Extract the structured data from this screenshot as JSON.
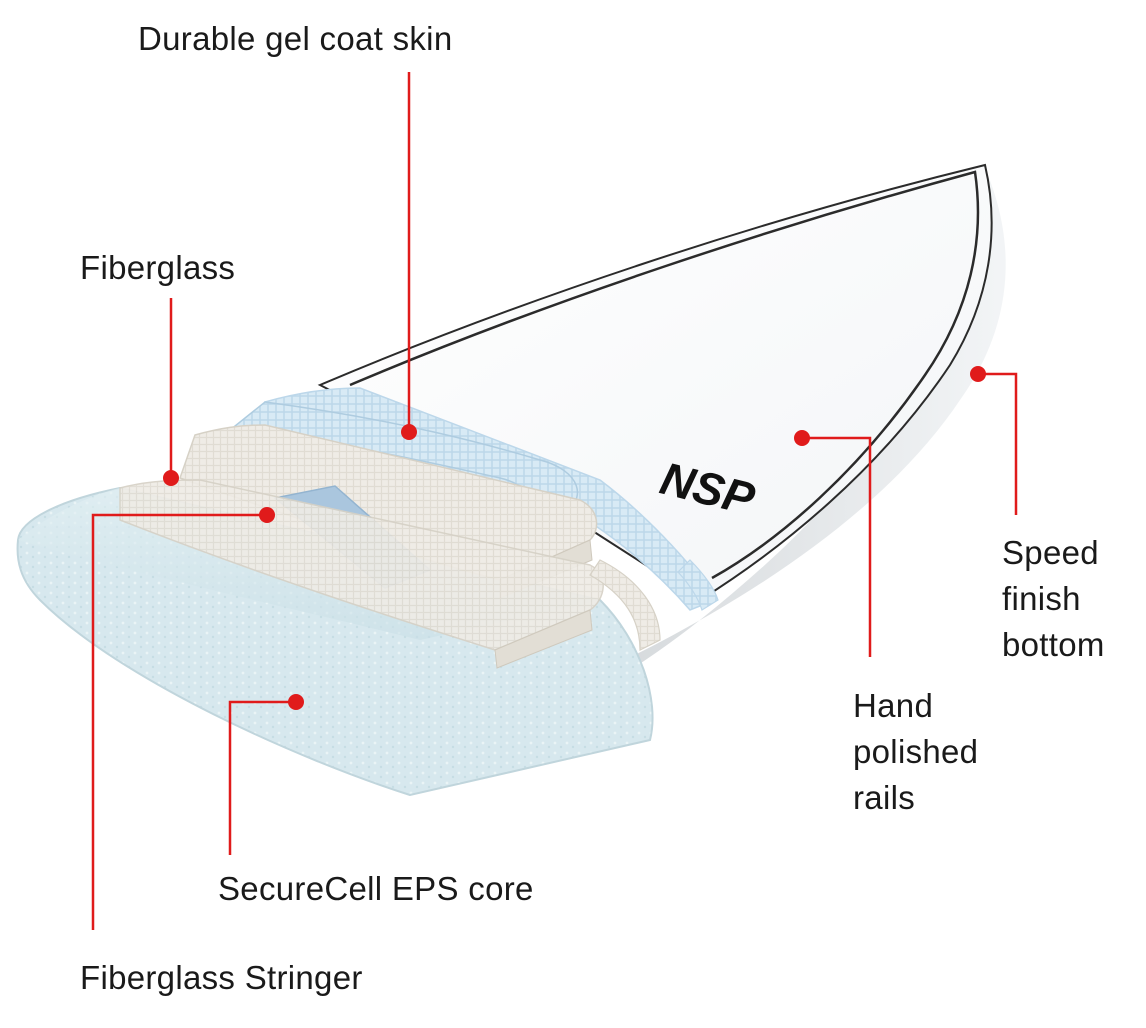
{
  "diagram": {
    "brand_logo": "NSP",
    "accent_color": "#e01b1b",
    "board_colors": {
      "deck": "#ffffff",
      "outline": "#2b2b2b",
      "gel_coat": "#d6e8f3",
      "fiberglass": "#eeebe5",
      "stringer": "#aac6de",
      "core": "#d8e9ee"
    },
    "callouts": [
      {
        "id": "gelcoat",
        "label": "Durable gel coat skin"
      },
      {
        "id": "fiberglass",
        "label": "Fiberglass"
      },
      {
        "id": "speed",
        "label": "Speed\nfinish\nbottom"
      },
      {
        "id": "rails",
        "label": "Hand\npolished\nrails"
      },
      {
        "id": "core",
        "label": "SecureCell EPS core"
      },
      {
        "id": "stringer",
        "label": "Fiberglass Stringer"
      }
    ]
  }
}
